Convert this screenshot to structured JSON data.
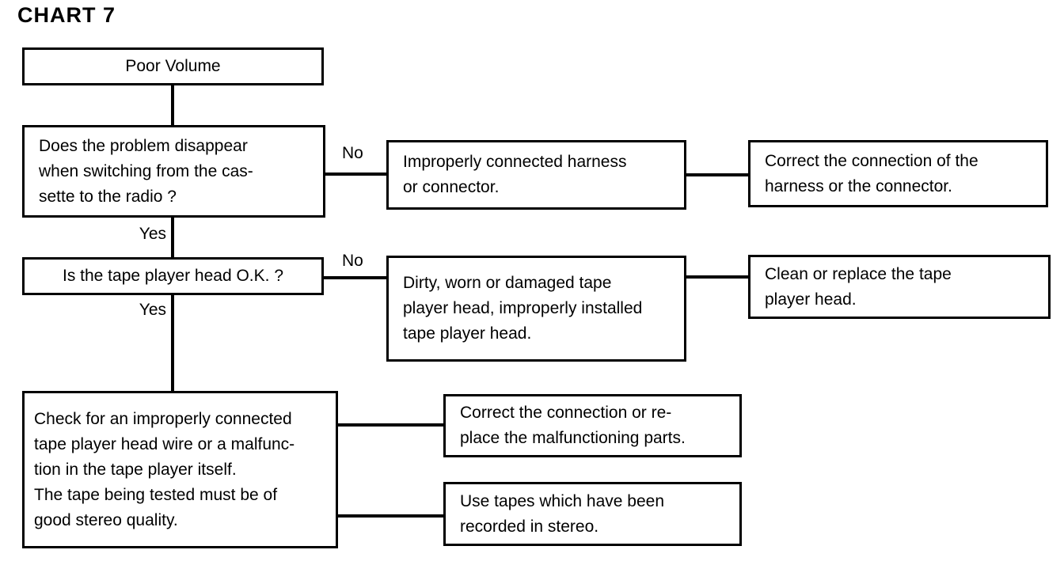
{
  "title": "CHART 7",
  "colors": {
    "ink": "#000000",
    "paper": "#ffffff"
  },
  "flowchart": {
    "nodes": [
      {
        "id": "start",
        "text": "Poor Volume"
      },
      {
        "id": "q1",
        "text": "Does the problem disappear\nwhen switching from the cas-\nsette to the radio ?"
      },
      {
        "id": "cause1",
        "text": "Improperly connected harness\nor connector."
      },
      {
        "id": "fix1",
        "text": "Correct the connection of the\nharness or the connector."
      },
      {
        "id": "q2",
        "text": "Is the tape player head O.K. ?"
      },
      {
        "id": "cause2",
        "text": "Dirty, worn or damaged tape\nplayer head, improperly installed\ntape player head."
      },
      {
        "id": "fix2",
        "text": "Clean or replace the tape\nplayer head."
      },
      {
        "id": "check",
        "text": "Check for an improperly connected\ntape player head wire or a malfunc-\ntion in the tape player itself.\nThe tape being tested must be of\ngood stereo quality."
      },
      {
        "id": "fix3",
        "text": "Correct the connection or re-\nplace the malfunctioning parts."
      },
      {
        "id": "fix4",
        "text": "Use tapes which have been\nrecorded in stereo."
      }
    ],
    "edge_labels": {
      "no1": "No",
      "yes1": "Yes",
      "no2": "No",
      "yes2": "Yes"
    }
  }
}
